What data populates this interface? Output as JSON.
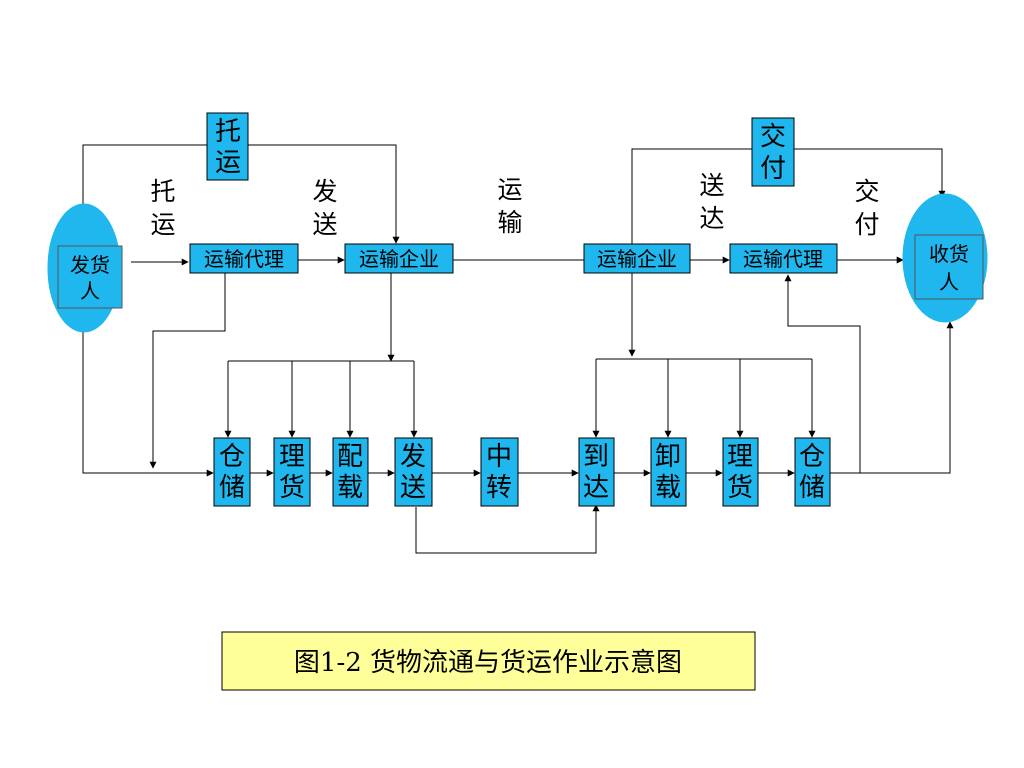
{
  "shipper": [
    "发货",
    "人"
  ],
  "consignee": [
    "收货",
    "人"
  ],
  "agent_left": "运输代理",
  "enterprise_left": "运输企业",
  "enterprise_right": "运输企业",
  "agent_right": "运输代理",
  "tag_tuoyun": [
    "托",
    "运"
  ],
  "tag_jiaofu": [
    "交",
    "付"
  ],
  "float_tuoyun": [
    "托",
    "运"
  ],
  "float_fasong": [
    "发",
    "送"
  ],
  "float_yunshu": [
    "运",
    "输"
  ],
  "float_songda": [
    "送",
    "达"
  ],
  "float_jiaofu": [
    "交",
    "付"
  ],
  "steps": [
    [
      "仓",
      "储"
    ],
    [
      "理",
      "货"
    ],
    [
      "配",
      "载"
    ],
    [
      "发",
      "送"
    ],
    [
      "中",
      "转"
    ],
    [
      "到",
      "达"
    ],
    [
      "卸",
      "载"
    ],
    [
      "理",
      "货"
    ],
    [
      "仓",
      "储"
    ]
  ],
  "caption": "图1-2 货物流通与货运作业示意图",
  "colors": {
    "box_fill": "#1fb7ee",
    "caption_fill": "#ffff99"
  }
}
